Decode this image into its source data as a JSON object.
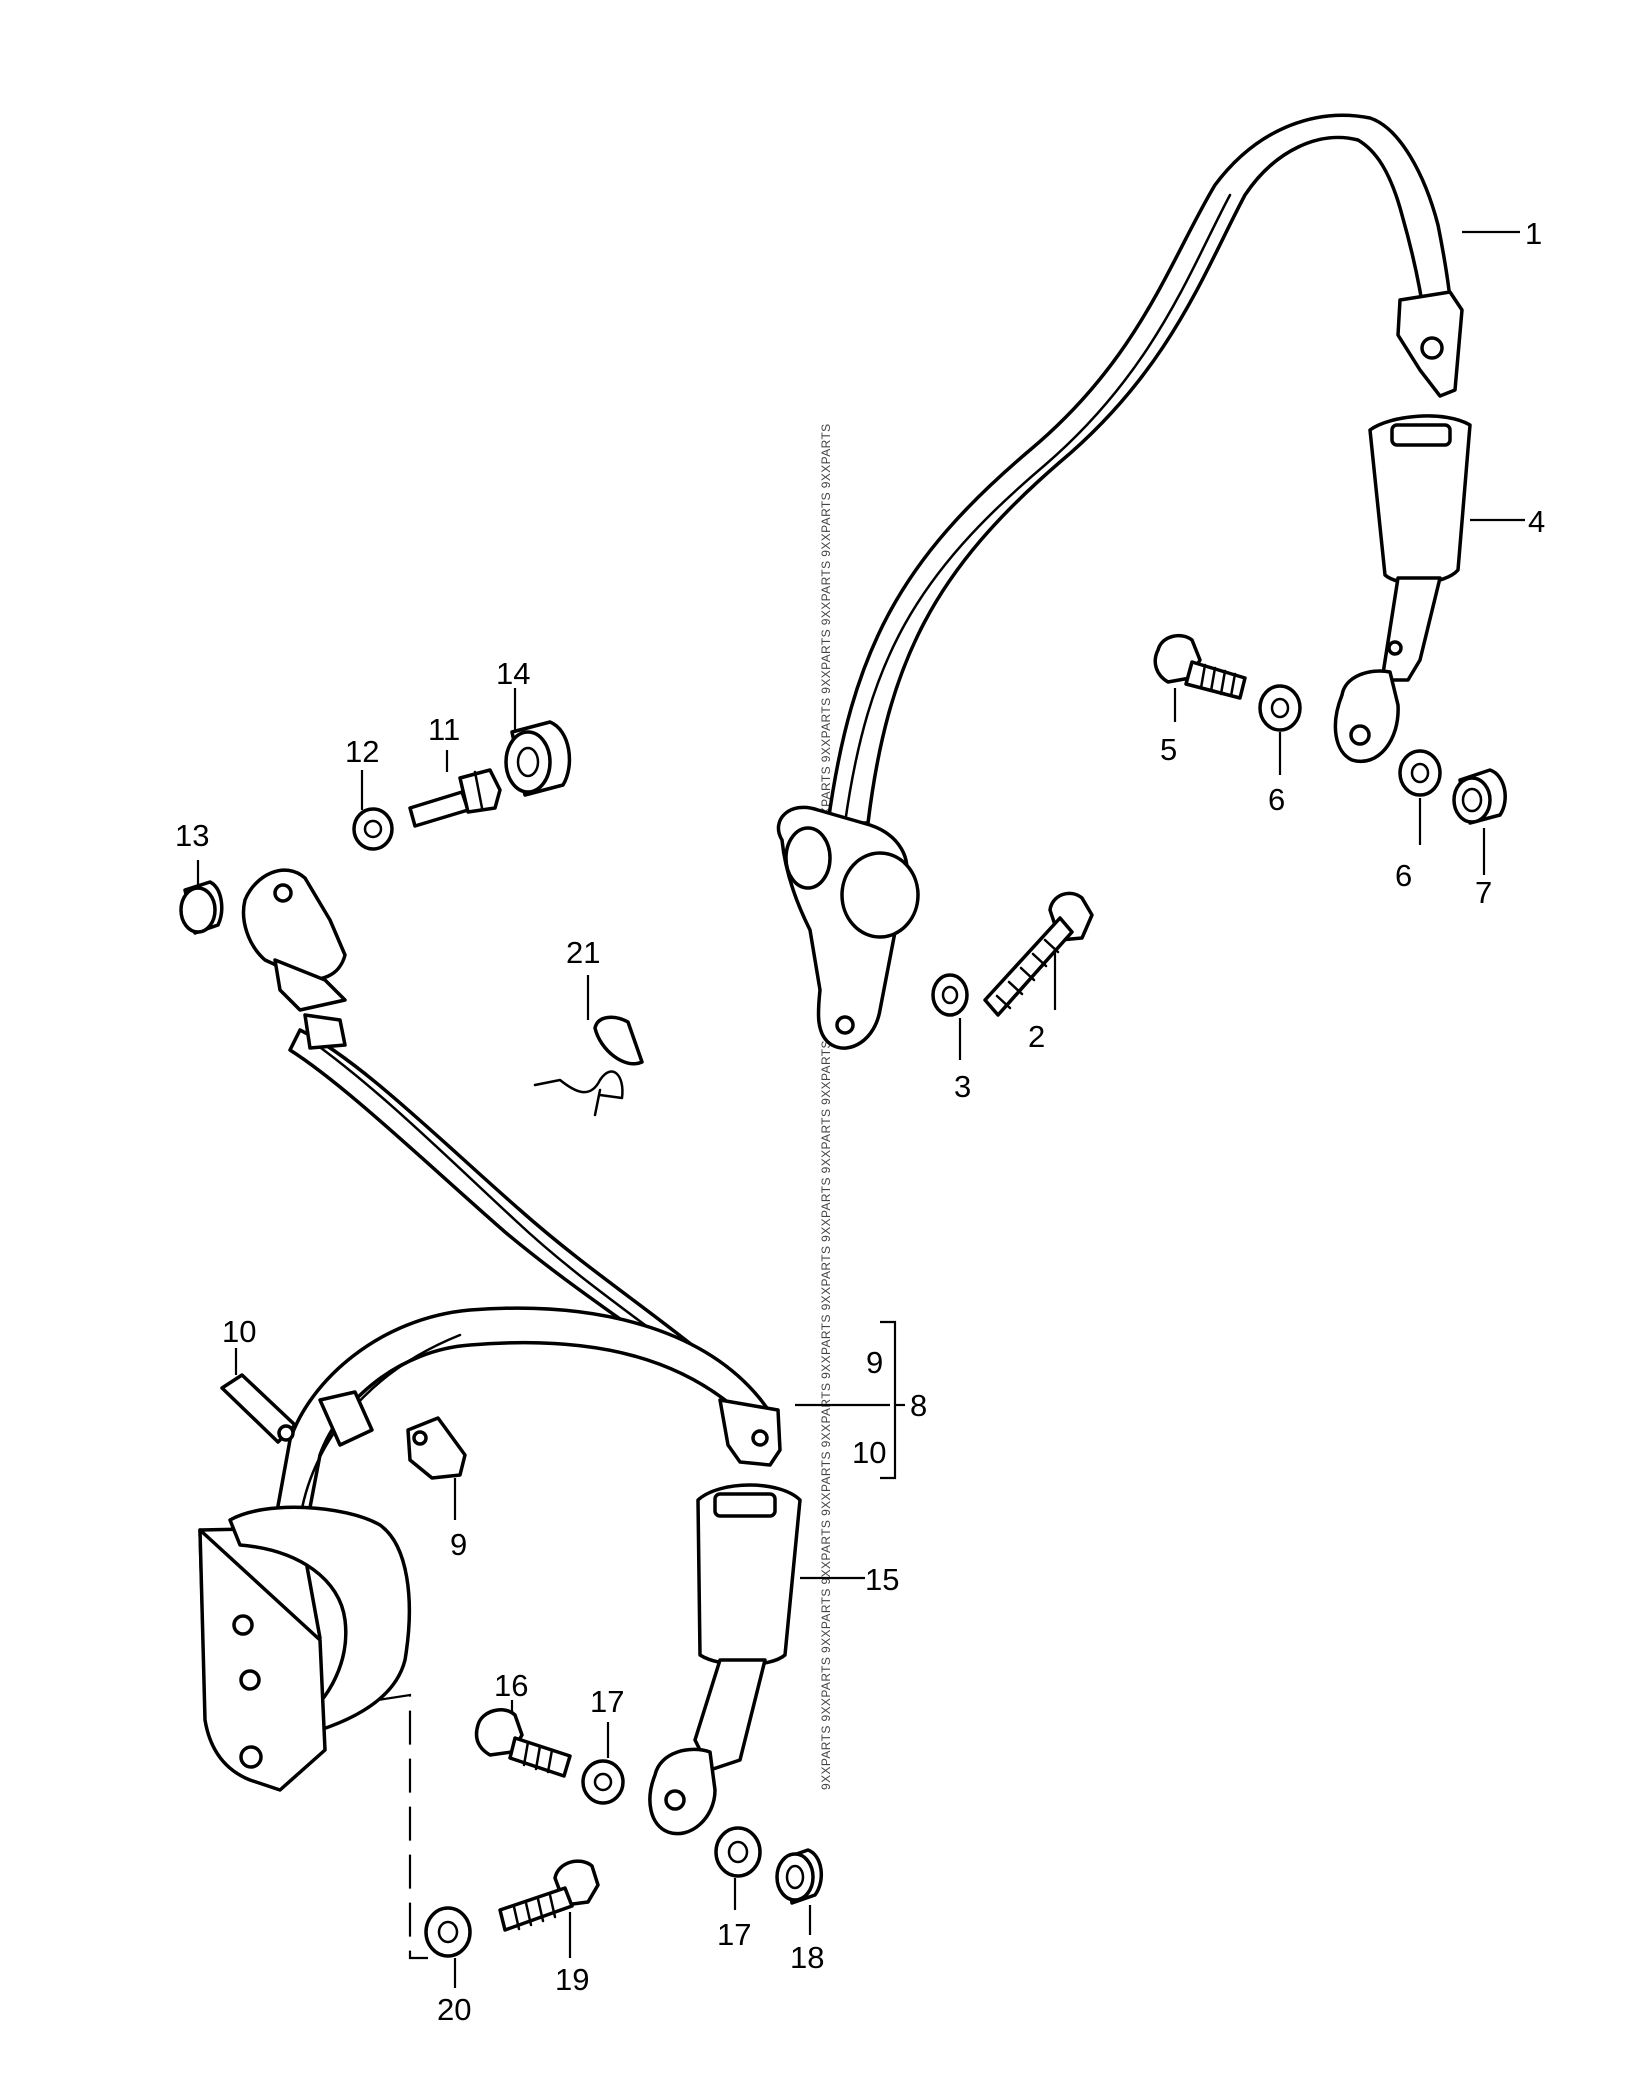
{
  "watermark": "9XXPARTS 9XXPARTS 9XXPARTS 9XXPARTS 9XXPARTS 9XXPARTS 9XXPARTS 9XXPARTS 9XXPARTS 9XXPARTS 9XXPARTS 9XXPARTS 9XXPARTS 9XXPARTS 9XXPARTS 9XXPARTS 9XXPARTS 9XXPARTS 9XXPARTS 9XXPARTS",
  "callouts": {
    "c1": "1",
    "c2": "2",
    "c3": "3",
    "c4": "4",
    "c5": "5",
    "c6a": "6",
    "c6b": "6",
    "c7": "7",
    "c8": "8",
    "c9a": "9",
    "c9b": "9",
    "c10a": "10",
    "c10b": "10",
    "c11": "11",
    "c12": "12",
    "c13": "13",
    "c14": "14",
    "c15": "15",
    "c16": "16",
    "c17a": "17",
    "c17b": "17",
    "c18": "18",
    "c19": "19",
    "c20": "20",
    "c21": "21"
  }
}
